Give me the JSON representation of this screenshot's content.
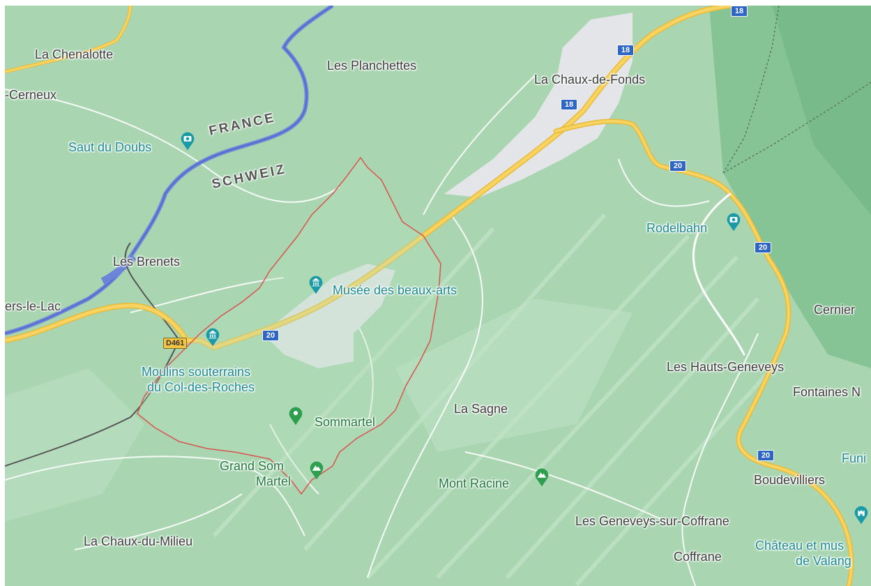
{
  "places": {
    "chenalotte": "La Chenalotte",
    "cerneux": "-Cerneux",
    "planchettes": "Les Planchettes",
    "chaux_de_fonds": "La Chaux-de-Fonds",
    "brenets": "Les Brenets",
    "villers": "ers-le-Lac",
    "sagne": "La Sagne",
    "cernier": "Cernier",
    "hauts_geneveys": "Les Hauts-Geneveys",
    "fontaines": "Fontaines N",
    "boudevilliers": "Boudevilliers",
    "geneveys_coffrane": "Les Geneveys-sur-Coffrane",
    "coffrane": "Coffrane",
    "chaux_du_milieu": "La Chaux-du-Milieu"
  },
  "countries": {
    "france": "FRANCE",
    "schweiz": "SCHWEIZ"
  },
  "pois": {
    "saut_du_doubs": "Saut du Doubs",
    "rodelbahn": "Rodelbahn",
    "musee": "Musée des beaux-arts",
    "moulins_line1": "Moulins souterrains",
    "moulins_line2": "du Col-des-Roches",
    "sommartel": "Sommartel",
    "grand_som_line1": "Grand Som",
    "grand_som_line2": "Martel",
    "mont_racine": "Mont Racine",
    "funi": "Funi",
    "chateau_line1": "Château et mus",
    "chateau_line2": "de Valang"
  },
  "route_shields": {
    "a18_top": "18",
    "a18_mid": "18",
    "a18_low": "18",
    "a20_east": "20",
    "a20_rodel": "20",
    "a20_center": "20",
    "a20_south": "20",
    "d461": "D461"
  },
  "icons": {
    "camera": "camera-icon",
    "museum": "museum-icon",
    "mountain": "mountain-icon",
    "place": "place-pin-icon",
    "castle": "castle-icon"
  },
  "colors": {
    "terrain": "#a8d5b0",
    "forest_dark": "#7fbf8f",
    "urban": "#e4e6e8",
    "motorway": "#f4c543",
    "river": "#6b85d8",
    "boundary": "#d9534f",
    "poi_teal": "#1a8a8f",
    "park_green": "#2e9e4f"
  }
}
